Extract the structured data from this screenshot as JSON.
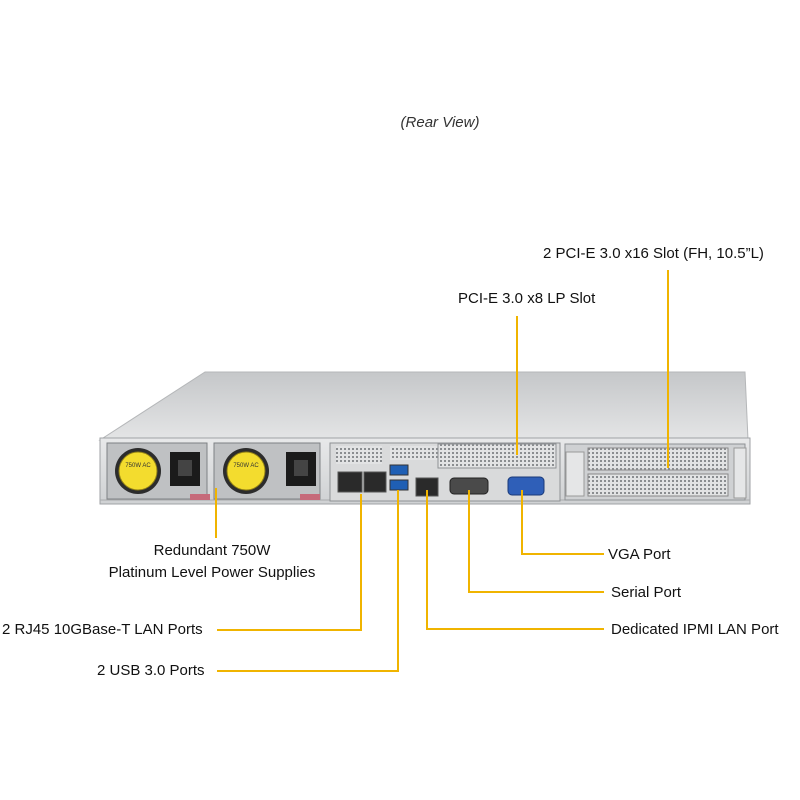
{
  "title": "(Rear View)",
  "callouts": {
    "pcie_x16": "2 PCI-E 3.0 x16 Slot (FH, 10.5”L)",
    "pcie_x8": "PCI-E 3.0 x8 LP Slot",
    "psu_line1": "Redundant 750W",
    "psu_line2": "Platinum Level Power Supplies",
    "lan": "2 RJ45 10GBase-T LAN Ports",
    "usb": "2 USB 3.0 Ports",
    "vga": "VGA Port",
    "serial": "Serial Port",
    "ipmi": "Dedicated IPMI LAN Port"
  },
  "psu_label": "750W AC",
  "colors": {
    "leader_line": "#f0b400",
    "chassis": "#d7d9db",
    "psu_fan": "#f3dc2e"
  }
}
